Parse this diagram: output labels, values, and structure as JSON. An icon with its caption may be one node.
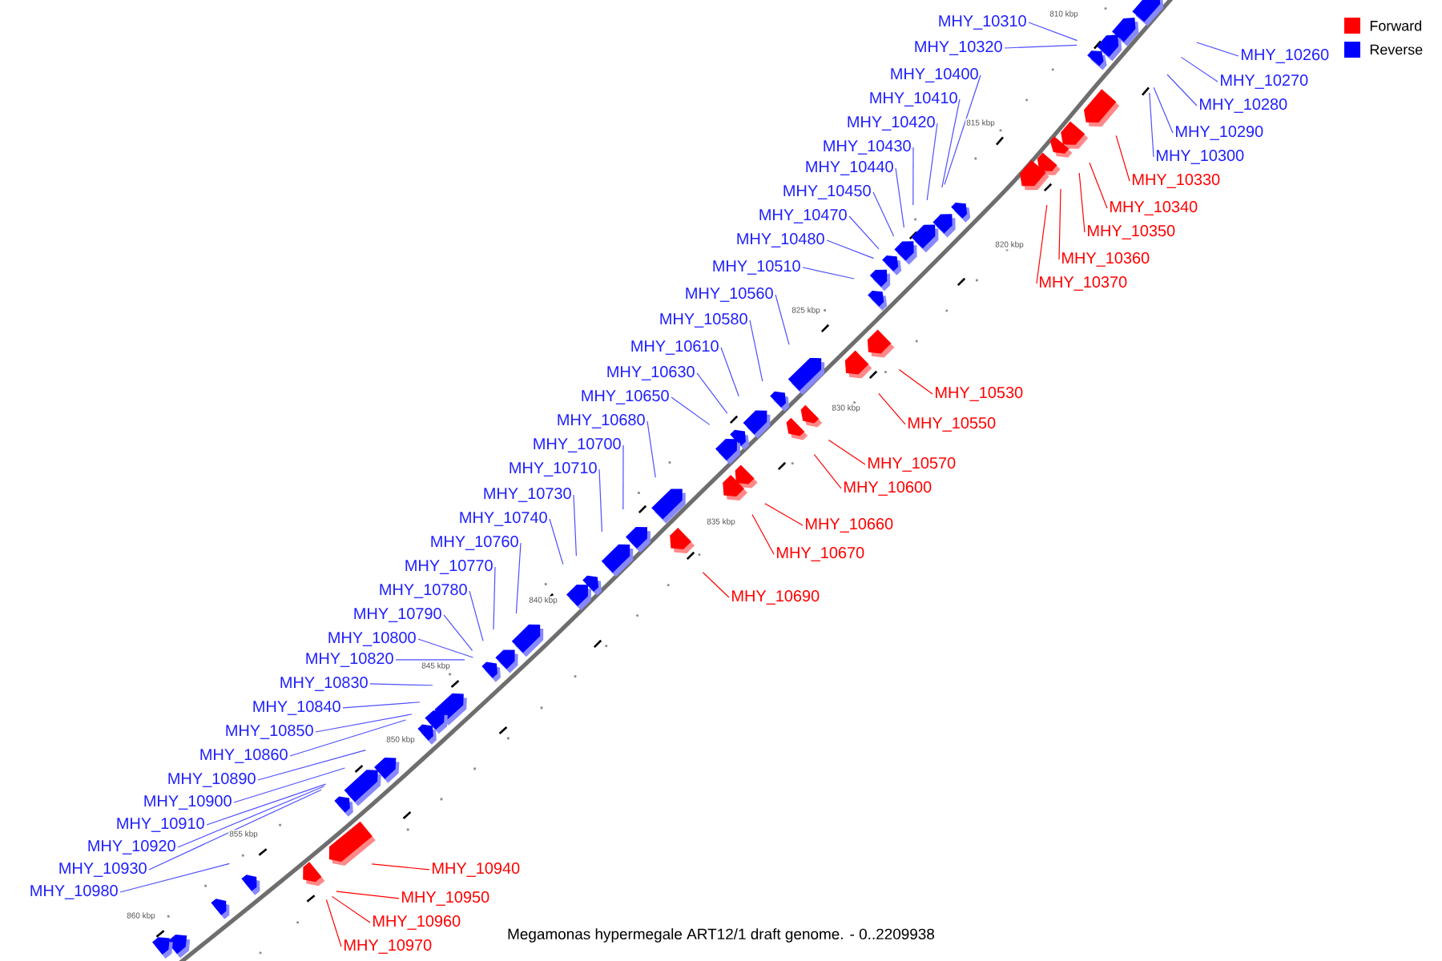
{
  "diagram": {
    "caption": "Megamonas hypermegale ART12/1 draft genome. - 0..2209938",
    "nodes": [
      {
        "text": [
          "MHY_10310"
        ]
      },
      {
        "text": [
          "MHY_10320"
        ]
      },
      {
        "text": [
          "MHY_10260"
        ]
      },
      {
        "text": [
          "MHY_10400"
        ]
      },
      {
        "text": [
          "MHY_10270"
        ]
      },
      {
        "text": [
          "MHY_10410"
        ]
      },
      {
        "text": [
          "MHY_10280"
        ]
      },
      {
        "text": [
          "MHY_10420"
        ]
      },
      {
        "text": [
          "MHY_10290"
        ]
      },
      {
        "text": [
          "MHY_10430"
        ]
      },
      {
        "text": [
          "MHY_10300"
        ]
      },
      {
        "text": [
          "MHY_10440"
        ]
      },
      {
        "text": [
          "MHY_10330"
        ]
      },
      {
        "text": [
          "MHY_10450"
        ]
      },
      {
        "text": [
          "MHY_10340"
        ]
      },
      {
        "text": [
          "MHY_10470"
        ]
      },
      {
        "text": [
          "MHY_10350"
        ]
      },
      {
        "text": [
          "MHY_10480"
        ]
      },
      {
        "text": [
          "MHY_10360"
        ]
      },
      {
        "text": [
          "MHY_10510"
        ]
      },
      {
        "text": [
          "MHY_10370"
        ]
      },
      {
        "text": [
          "MHY_10560"
        ]
      },
      {
        "text": [
          "MHY_10580"
        ]
      },
      {
        "text": [
          "MHY_10610"
        ]
      },
      {
        "text": [
          "MHY_10630"
        ]
      },
      {
        "text": [
          "MHY_10530"
        ]
      },
      {
        "text": [
          "MHY_10650"
        ]
      },
      {
        "text": [
          "MHY_10680"
        ]
      },
      {
        "text": [
          "MHY_10550"
        ]
      },
      {
        "text": [
          "MHY_10700"
        ]
      },
      {
        "text": [
          "MHY_10570"
        ]
      },
      {
        "text": [
          "MHY_10710"
        ]
      },
      {
        "text": [
          "MHY_10600"
        ]
      },
      {
        "text": [
          "MHY_10730"
        ]
      },
      {
        "text": [
          "MHY_10740"
        ]
      },
      {
        "text": [
          "MHY_10660"
        ]
      },
      {
        "text": [
          "MHY_10760"
        ]
      },
      {
        "text": [
          "MHY_10670"
        ]
      },
      {
        "text": [
          "MHY_10790"
        ]
      },
      {
        "text": [
          "MHY_10770"
        ]
      },
      {
        "text": [
          "MHY_10820"
        ]
      },
      {
        "text": [
          "MHY_10780"
        ]
      },
      {
        "text": [
          "MHY_10690"
        ]
      },
      {
        "text": [
          "MHY_10800"
        ]
      },
      {
        "text": [
          "MHY_10830"
        ]
      },
      {
        "text": [
          "MHY_10840"
        ]
      },
      {
        "text": [
          "MHY_10850"
        ]
      },
      {
        "text": [
          "MHY_10860"
        ]
      },
      {
        "text": [
          "MHY_10890"
        ]
      },
      {
        "text": [
          "MHY_10900"
        ]
      },
      {
        "text": [
          "MHY_10910"
        ]
      },
      {
        "text": [
          "MHY_10920"
        ]
      },
      {
        "text": [
          "MHY_10930"
        ]
      },
      {
        "text": [
          "MHY_10940"
        ]
      },
      {
        "text": [
          "MHY_10980"
        ]
      },
      {
        "text": [
          "MHY_10950"
        ]
      },
      {
        "text": [
          "MHY_10960"
        ]
      },
      {
        "text": [
          "MHY_10970"
        ]
      }
    ],
    "edges": [
      {
        "from": 0,
        "to": null,
        "arrow": "none"
      },
      {
        "from": 1,
        "to": null,
        "arrow": "none"
      },
      {
        "from": 2,
        "to": null,
        "arrow": "none"
      },
      {
        "from": 3,
        "to": null,
        "arrow": "none"
      },
      {
        "from": 4,
        "to": null,
        "arrow": "none"
      },
      {
        "from": 5,
        "to": null,
        "arrow": "none"
      },
      {
        "from": 6,
        "to": null,
        "arrow": "none"
      },
      {
        "from": 7,
        "to": null,
        "arrow": "none"
      },
      {
        "from": 8,
        "to": null,
        "arrow": "none"
      },
      {
        "from": 9,
        "to": null,
        "arrow": "none"
      },
      {
        "from": 10,
        "to": null,
        "arrow": "none"
      },
      {
        "from": 11,
        "to": null,
        "arrow": "none"
      },
      {
        "from": 12,
        "to": null,
        "arrow": "none",
        "color": "#ff0000"
      },
      {
        "from": 13,
        "to": null,
        "arrow": "none"
      },
      {
        "from": 14,
        "to": null,
        "arrow": "none",
        "color": "#ff0000"
      },
      {
        "from": 15,
        "to": null,
        "arrow": "none"
      },
      {
        "from": 16,
        "to": null,
        "arrow": "none",
        "color": "#ff0000"
      },
      {
        "from": 17,
        "to": null,
        "arrow": "none"
      },
      {
        "from": 18,
        "to": null,
        "arrow": "none",
        "color": "#ff0000"
      },
      {
        "from": 19,
        "to": null,
        "arrow": "none"
      },
      {
        "from": 20,
        "to": null,
        "arrow": "none",
        "color": "#ff0000"
      },
      {
        "from": 21,
        "to": null,
        "arrow": "none"
      },
      {
        "from": 22,
        "to": null,
        "arrow": "none"
      },
      {
        "from": 23,
        "to": null,
        "arrow": "none"
      },
      {
        "from": 24,
        "to": null,
        "arrow": "none"
      },
      {
        "from": 25,
        "to": null,
        "arrow": "none",
        "color": "#ff0000"
      },
      {
        "from": 26,
        "to": null,
        "arrow": "none"
      },
      {
        "from": 27,
        "to": null,
        "arrow": "none"
      },
      {
        "from": 28,
        "to": null,
        "arrow": "none",
        "color": "#ff0000"
      },
      {
        "from": 29,
        "to": null,
        "arrow": "none"
      },
      {
        "from": 30,
        "to": null,
        "arrow": "none",
        "color": "#ff0000"
      },
      {
        "from": 31,
        "to": null,
        "arrow": "none"
      },
      {
        "from": 32,
        "to": null,
        "arrow": "none",
        "color": "#ff0000"
      },
      {
        "from": 33,
        "to": null,
        "arrow": "none"
      },
      {
        "from": 34,
        "to": null,
        "arrow": "none"
      },
      {
        "from": 35,
        "to": null,
        "arrow": "none",
        "color": "#ff0000"
      },
      {
        "from": 36,
        "to": null,
        "arrow": "none"
      },
      {
        "from": 37,
        "to": null,
        "arrow": "none",
        "color": "#ff0000"
      },
      {
        "from": 38,
        "to": null,
        "arrow": "none"
      },
      {
        "from": 39,
        "to": null,
        "arrow": "none"
      },
      {
        "from": 40,
        "to": null,
        "arrow": "none"
      },
      {
        "from": 41,
        "to": null,
        "arrow": "none"
      },
      {
        "from": 42,
        "to": null,
        "arrow": "none",
        "color": "#ff0000"
      },
      {
        "from": 43,
        "to": null,
        "arrow": "none"
      },
      {
        "from": 44,
        "to": null,
        "arrow": "none"
      },
      {
        "from": 45,
        "to": null,
        "arrow": "none"
      },
      {
        "from": 46,
        "to": null,
        "arrow": "none"
      },
      {
        "from": 47,
        "to": null,
        "arrow": "none"
      },
      {
        "from": 48,
        "to": null,
        "arrow": "none"
      },
      {
        "from": 49,
        "to": null,
        "arrow": "none"
      },
      {
        "from": 50,
        "to": null,
        "arrow": "none"
      },
      {
        "from": 51,
        "to": null,
        "arrow": "none"
      },
      {
        "from": 52,
        "to": null,
        "arrow": "none"
      },
      {
        "from": 53,
        "to": null,
        "arrow": "none",
        "color": "#ff0000"
      },
      {
        "from": 54,
        "to": null,
        "arrow": "none"
      },
      {
        "from": 55,
        "to": null,
        "arrow": "none",
        "color": "#ff0000"
      },
      {
        "from": 56,
        "to": null,
        "arrow": "none",
        "color": "#ff0000"
      },
      {
        "from": 57,
        "to": null,
        "arrow": "none",
        "color": "#ff0000"
      }
    ],
    "labels": [
      "810 kbp",
      "815 kbp",
      "820 kbp",
      "825 kbp",
      "830 kbp",
      "835 kbp",
      "840 kbp",
      "845 kbp",
      "850 kbp",
      "855 kbp",
      "860 kbp"
    ],
    "legend": [
      {
        "text": "Forward",
        "color": "#ff0000"
      },
      {
        "text": "Reverse",
        "color": "#0000ff"
      }
    ]
  }
}
